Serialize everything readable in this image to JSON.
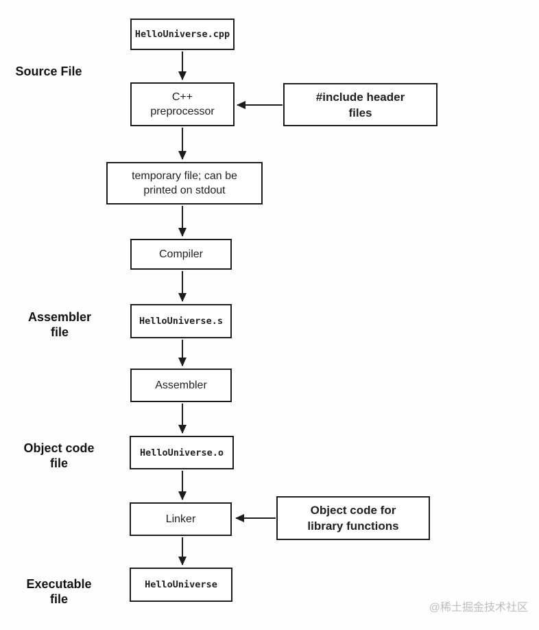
{
  "diagram": {
    "nodes": [
      {
        "id": "source-file-box",
        "style": "mono",
        "lines": [
          "HelloUniverse.cpp"
        ]
      },
      {
        "id": "preprocessor-box",
        "style": "plain",
        "lines": [
          "C++",
          "preprocessor"
        ]
      },
      {
        "id": "temporary-file-box",
        "style": "plain",
        "lines": [
          "temporary file; can be",
          "printed on stdout"
        ]
      },
      {
        "id": "compiler-box",
        "style": "plain",
        "lines": [
          "Compiler"
        ]
      },
      {
        "id": "assembler-file-box",
        "style": "mono",
        "lines": [
          "HelloUniverse.s"
        ]
      },
      {
        "id": "assembler-box",
        "style": "plain",
        "lines": [
          "Assembler"
        ]
      },
      {
        "id": "object-file-box",
        "style": "mono",
        "lines": [
          "HelloUniverse.o"
        ]
      },
      {
        "id": "linker-box",
        "style": "plain",
        "lines": [
          "Linker"
        ]
      },
      {
        "id": "executable-box",
        "style": "mono",
        "lines": [
          "HelloUniverse"
        ]
      }
    ],
    "annotations": [
      {
        "id": "include-headers-box",
        "lines": [
          "#include header",
          "files"
        ]
      },
      {
        "id": "object-code-lib-box",
        "lines": [
          "Object code for",
          "library functions"
        ]
      }
    ],
    "side_labels": [
      {
        "id": "source-file-label",
        "lines": [
          "Source File"
        ]
      },
      {
        "id": "assembler-file-label",
        "lines": [
          "Assembler",
          "file"
        ]
      },
      {
        "id": "object-code-file-label",
        "lines": [
          "Object code",
          "file"
        ]
      },
      {
        "id": "executable-file-label",
        "lines": [
          "Executable",
          "file"
        ]
      }
    ],
    "watermark": "@稀土掘金技术社区"
  },
  "colors": {
    "line": "#1c1c1c",
    "text": "#1f1f1f",
    "watermark": "#bdbdbd",
    "background": "#fefefe"
  }
}
